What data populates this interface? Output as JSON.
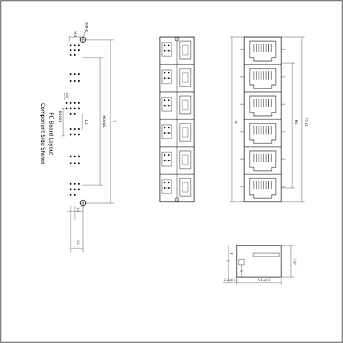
{
  "pcb_layout": {
    "title": "PC Board Layout",
    "subtitle": "Component Side Shown",
    "dims": {
      "top_hole": "2-Ø0K",
      "top_pitch": "M.X",
      "side_pitch": "UD",
      "led_label": "MEOUX",
      "led_pitch": "1.5",
      "port_span": "MEOWS",
      "overall": "7",
      "bottom_left": "1.5",
      "bottom_width": "1.1"
    }
  },
  "rear_view": {
    "port_count": 6
  },
  "front_view": {
    "port_count": 6,
    "dims": {
      "left_height": "M",
      "pitch": "MS",
      "overall_height": "77.45"
    }
  },
  "side_view": {
    "dims": {
      "height": "7.07",
      "base_left": "3.3±0.1",
      "base_right": "5.1±0.1",
      "pin": "1"
    }
  }
}
